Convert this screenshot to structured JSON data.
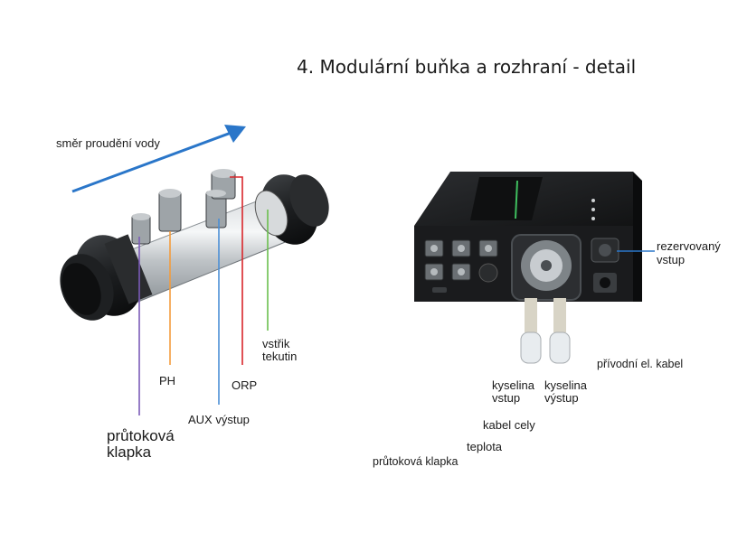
{
  "title": "4. Modulární buňka a rozhraní - detail",
  "left_diagram": {
    "flow_label": "směr proudění vody",
    "labels": {
      "ph": "PH",
      "orp": "ORP",
      "aux": "AUX výstup",
      "injection_line1": "vstřik",
      "injection_line2": "tekutin",
      "flow_switch_line1": "průtoková",
      "flow_switch_line2": "klapka"
    },
    "colors": {
      "arrow": "#2a76c9",
      "ph_line": "#f39c3d",
      "orp_line": "#d9262b",
      "aux_line": "#4c8fd6",
      "injection_line": "#6bbf4e",
      "flow_switch_line": "#7b5bb8"
    }
  },
  "right_diagram": {
    "labels": {
      "reserved_line1": "rezervovaný",
      "reserved_line2": "vstup",
      "power_cable": "přívodní el. kabel",
      "acid_in_line1": "kyselina",
      "acid_in_line2": "vstup",
      "acid_out_line1": "kyselina",
      "acid_out_line2": "výstup",
      "cell_cable": "kabel cely",
      "temperature": "teplota",
      "flow_switch": "průtoková klapka"
    },
    "colors": {
      "leader_line": "#2a76c9",
      "led_accent": "#3fbf5f"
    }
  }
}
